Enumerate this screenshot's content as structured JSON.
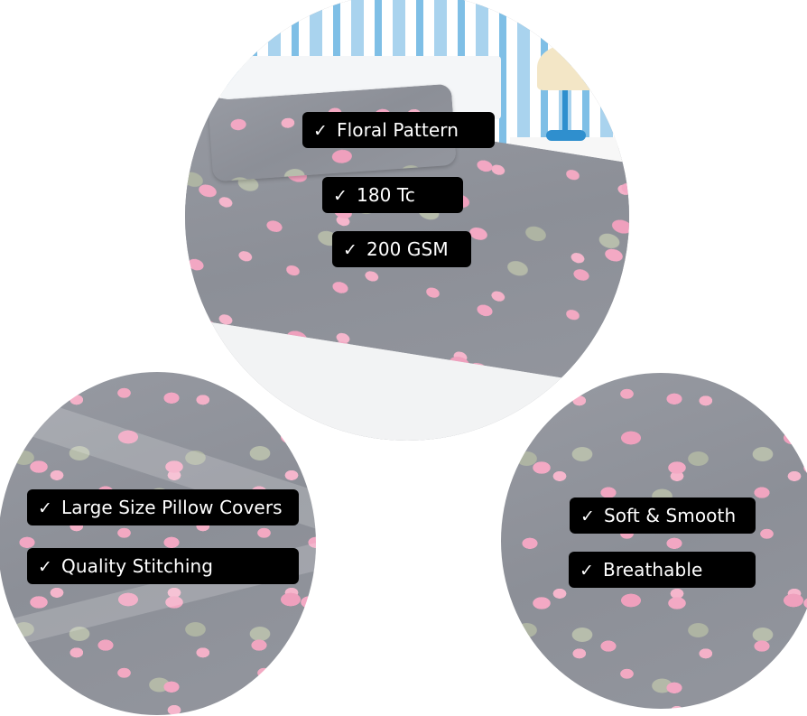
{
  "image": {
    "description": "Product feature collage for a grey floral bedsheet set",
    "background_color": "#ffffff"
  },
  "colors": {
    "fabric_grey": "#8e9096",
    "flower_pink": "#f2a7c3",
    "leaf_green": "#b7bdac",
    "label_bg": "#000000",
    "label_text": "#ffffff",
    "wall_blue": "#7fbfe6"
  },
  "circles": {
    "top": {
      "scene": "bed-with-floral-bedsheet-and-pillows",
      "labels": [
        {
          "icon": "checkmark-icon",
          "check": "✓",
          "text": "Floral Pattern"
        },
        {
          "icon": "checkmark-icon",
          "check": "✓",
          "text": "180 Tc"
        },
        {
          "icon": "checkmark-icon",
          "check": "✓",
          "text": "200 GSM"
        }
      ]
    },
    "bottom_left": {
      "scene": "pillow-cover-closeup",
      "labels": [
        {
          "icon": "checkmark-icon",
          "check": "✓",
          "text": "Large Size Pillow Covers"
        },
        {
          "icon": "checkmark-icon",
          "check": "✓",
          "text": "Quality Stitching"
        }
      ]
    },
    "bottom_right": {
      "scene": "fabric-print-closeup",
      "labels": [
        {
          "icon": "checkmark-icon",
          "check": "✓",
          "text": "Soft & Smooth"
        },
        {
          "icon": "checkmark-icon",
          "check": "✓",
          "text": "Breathable"
        }
      ]
    }
  }
}
